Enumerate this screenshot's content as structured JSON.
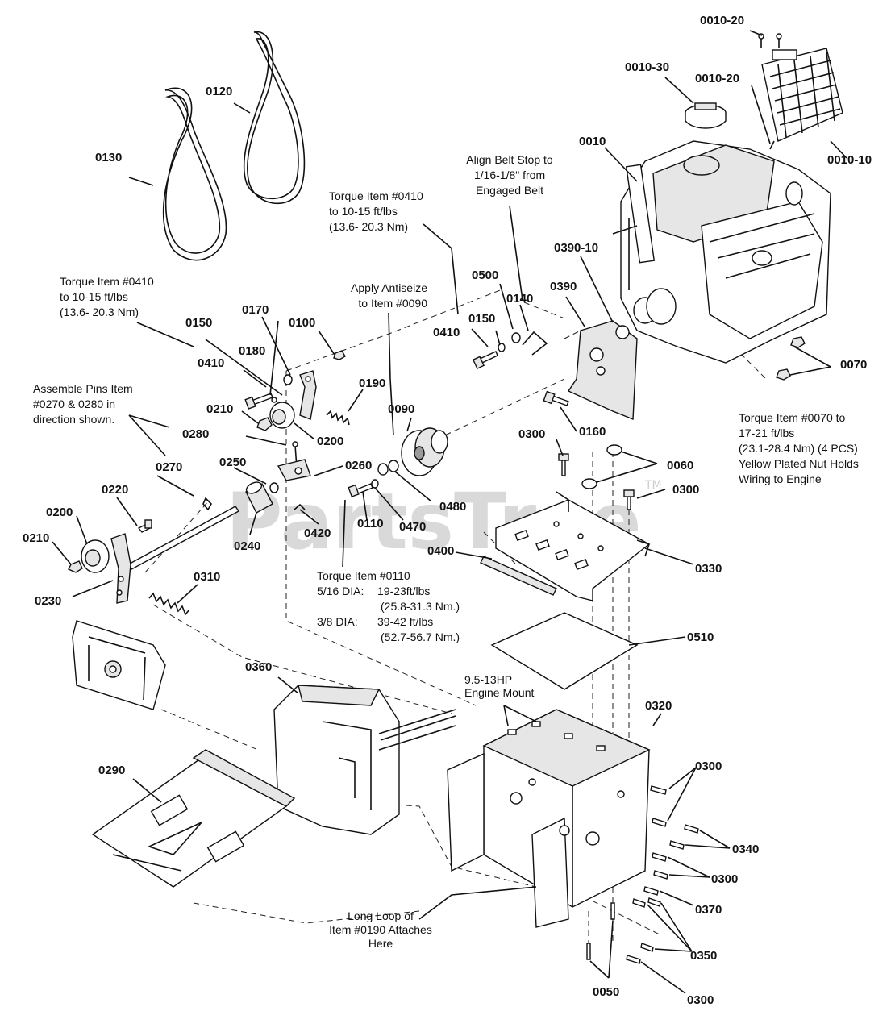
{
  "watermark": {
    "text": "PartsTree",
    "tm": "TM"
  },
  "labels": {
    "p0010_20a": "0010-20",
    "p0010_30": "0010-30",
    "p0010_20b": "0010-20",
    "p0010": "0010",
    "p0010_10": "0010-10",
    "p0120": "0120",
    "p0130": "0130",
    "p0500": "0500",
    "p0140": "0140",
    "p0390_10": "0390-10",
    "p0390": "0390",
    "p0410a": "0410",
    "p0150a": "0150",
    "p0150b": "0150",
    "p0170": "0170",
    "p0100": "0100",
    "p0410b": "0410",
    "p0180": "0180",
    "p0190": "0190",
    "p0090": "0090",
    "p0070": "0070",
    "p0210a": "0210",
    "p0200a": "0200",
    "p0160": "0160",
    "p0280": "0280",
    "p0300a": "0300",
    "p0270": "0270",
    "p0250": "0250",
    "p0260": "0260",
    "p0060": "0060",
    "p0300b": "0300",
    "p0220": "0220",
    "p0480": "0480",
    "p0200b": "0200",
    "p0240": "0240",
    "p0420": "0420",
    "p0110": "0110",
    "p0470": "0470",
    "p0210b": "0210",
    "p0400": "0400",
    "p0330": "0330",
    "p0310": "0310",
    "p0230": "0230",
    "p0510": "0510",
    "p0360": "0360",
    "p0320": "0320",
    "p0290": "0290",
    "p0300c": "0300",
    "p0340": "0340",
    "p0300d": "0300",
    "p0370": "0370",
    "p0350": "0350",
    "p0050": "0050",
    "p0300e": "0300"
  },
  "notes": {
    "align_belt": [
      "Align Belt Stop to",
      "1/16-1/8\" from",
      "Engaged Belt"
    ],
    "torque_0410_top": [
      "Torque Item #0410",
      "to 10-15 ft/lbs",
      "(13.6- 20.3 Nm)"
    ],
    "torque_0410_left": [
      "Torque Item #0410",
      "to 10-15 ft/lbs",
      "(13.6- 20.3 Nm)"
    ],
    "antiseize": [
      "Apply Antiseize",
      "to Item #0090"
    ],
    "assemble_pins": [
      "Assemble Pins Item",
      "#0270 & 0280 in",
      "direction shown."
    ],
    "torque_0070": [
      "Torque Item #0070 to",
      "17-21 ft/lbs",
      "(23.1-28.4 Nm) (4 PCS)",
      "Yellow Plated Nut Holds",
      "Wiring to Engine"
    ],
    "torque_0110": {
      "title": "Torque Item #0110",
      "row1_dia": "5/16 DIA:",
      "row1_val": "19-23ft/lbs",
      "row1_nm": "(25.8-31.3 Nm.)",
      "row2_dia": "3/8 DIA:",
      "row2_val": "39-42 ft/lbs",
      "row2_nm": "(52.7-56.7 Nm.)"
    },
    "engine_mount": [
      "9.5-13HP",
      "Engine Mount"
    ],
    "long_loop": [
      "Long Loop of",
      "Item #0190 Attaches",
      "Here"
    ]
  }
}
